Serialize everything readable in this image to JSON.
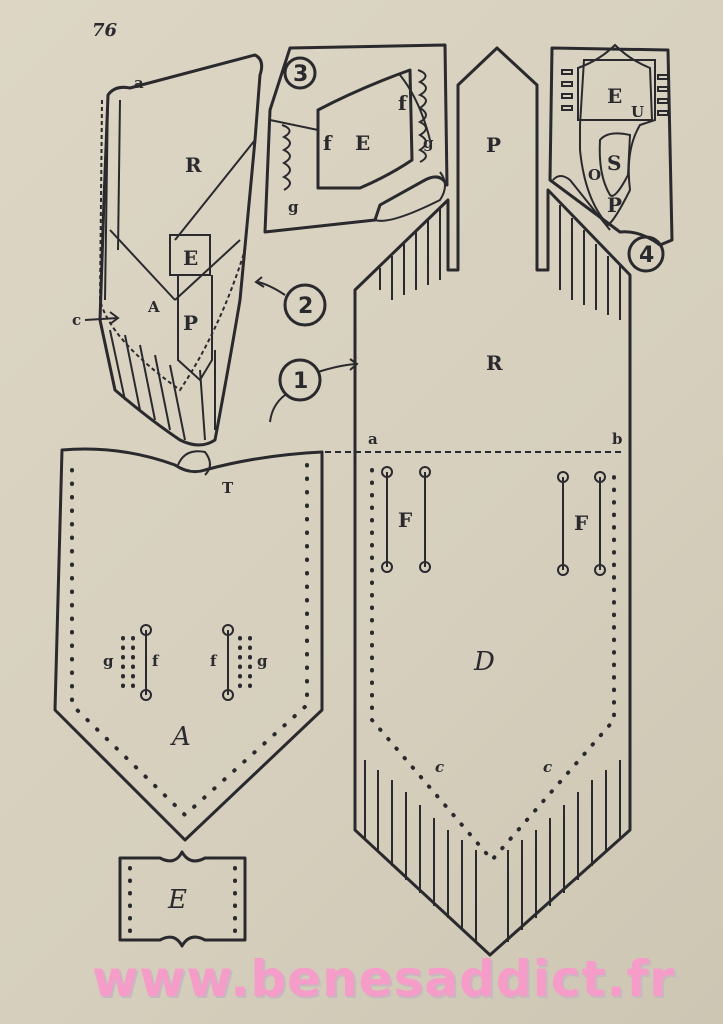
{
  "page_number": "76",
  "figure_numbers": [
    "1",
    "2",
    "3",
    "4"
  ],
  "labels": {
    "R": "R",
    "P": "P",
    "E": "E",
    "A": "A",
    "D": "D",
    "F": "F",
    "f": "f",
    "g": "g",
    "a": "a",
    "b": "b",
    "c": "c",
    "T": "T",
    "S": "S",
    "U": "U",
    "O": "O"
  },
  "watermark": "www.benesaddict.fr"
}
